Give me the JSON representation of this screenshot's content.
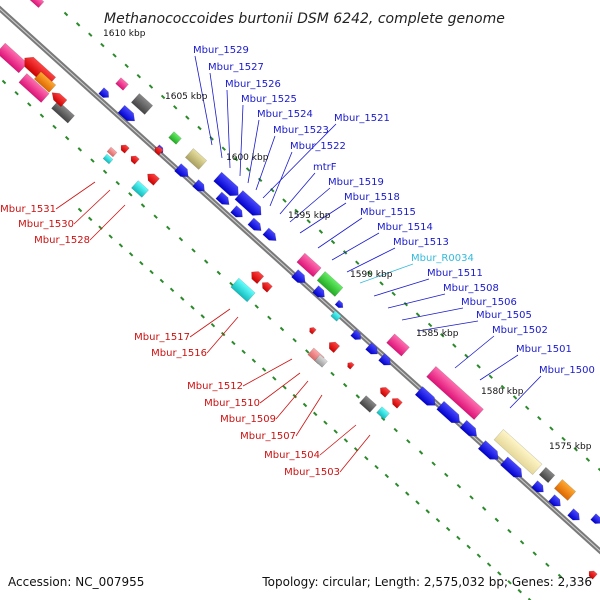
{
  "title": "Methanococcoides burtonii DSM 6242, complete genome",
  "footer": {
    "accession": "Accession: NC_007955",
    "summary": "Topology: circular; Length: 2,575,032 bp; Genes: 2,336"
  },
  "kbp_labels": [
    "1610 kbp",
    "1605 kbp",
    "1600 kbp",
    "1595 kbp",
    "1590 kbp",
    "1585 kbp",
    "1580 kbp",
    "1575 kbp"
  ],
  "genes_forward": [
    "Mbur_1529",
    "Mbur_1527",
    "Mbur_1526",
    "Mbur_1525",
    "Mbur_1524",
    "Mbur_1523",
    "Mbur_1521",
    "Mbur_1522",
    "mtrF",
    "Mbur_1519",
    "Mbur_1518",
    "Mbur_1515",
    "Mbur_1514",
    "Mbur_1513",
    "Mbur_R0034",
    "Mbur_1511",
    "Mbur_1508",
    "Mbur_1506",
    "Mbur_1505",
    "Mbur_1502",
    "Mbur_1501",
    "Mbur_1500"
  ],
  "genes_reverse": [
    "Mbur_1531",
    "Mbur_1530",
    "Mbur_1528",
    "Mbur_1517",
    "Mbur_1516",
    "Mbur_1512",
    "Mbur_1510",
    "Mbur_1509",
    "Mbur_1507",
    "Mbur_1504",
    "Mbur_1503"
  ],
  "colors": {
    "forward_label": "#1a1acc",
    "reverse_label": "#cc1111",
    "rna_label": "#33bbdd",
    "backbone": "#7a7a7a",
    "tick": "#2a8a2a",
    "cds": "#1a1aee",
    "cds_reverse": "#ee1111"
  }
}
